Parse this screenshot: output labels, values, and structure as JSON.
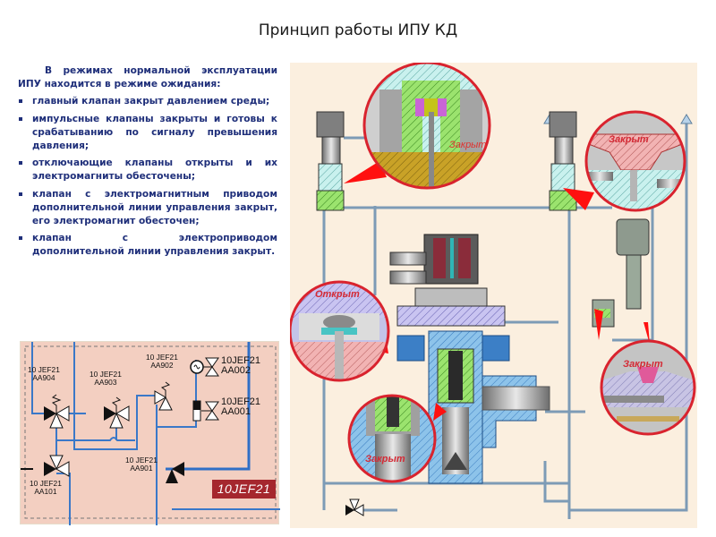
{
  "slide": {
    "title": "Принцип работы ИПУ КД"
  },
  "text_block": {
    "intro": "В режимах нормальной эксплуатации ИПУ находится в режиме ожидания:",
    "bullets": [
      "главный клапан закрыт давлением среды;",
      "импульсные клапаны закрыты и готовы к срабатыванию по сигналу превышения давления;",
      "отключающие клапаны открыты и их электромагниты обесточены;",
      "клапан с электромагнитным приводом дополнительной линии управления закрыт, его электромагнит обесточен;",
      "клапан с электроприводом дополнительной линии управления закрыт."
    ]
  },
  "schematic": {
    "system_badge": "10JEF21",
    "valves": [
      {
        "id": "AA904",
        "label": "10 JEF21\nAA904"
      },
      {
        "id": "AA903",
        "label": "10 JEF21\nAA903"
      },
      {
        "id": "AA902",
        "label": "10 JEF21\nAA902"
      },
      {
        "id": "AA002",
        "label": "10JEF21\nAA002"
      },
      {
        "id": "AA001",
        "label": "10JEF21\nAA001"
      },
      {
        "id": "AA101",
        "label": "10 JEF21\nAA101"
      },
      {
        "id": "AA901",
        "label": "10 JEF21\nAA901"
      }
    ]
  },
  "diagram": {
    "callouts": [
      {
        "id": "top-center",
        "state": "Закрыт"
      },
      {
        "id": "top-right",
        "state": "Закрыт"
      },
      {
        "id": "mid-left",
        "state": "Открыт"
      },
      {
        "id": "bottom-right",
        "state": "Закрыт"
      },
      {
        "id": "bottom-center",
        "state": "Закрыт"
      }
    ],
    "colors": {
      "panel_bg": "#fbefdf",
      "callout_ring": "#d9232e",
      "pipe": "#7d9bb6",
      "state_text": "#d42a35"
    }
  }
}
